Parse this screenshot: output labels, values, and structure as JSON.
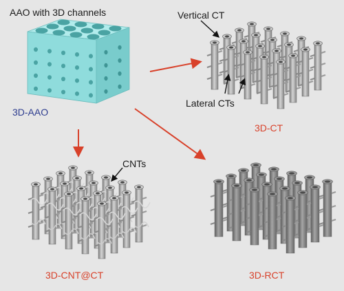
{
  "labels": {
    "aao_title": "AAO with 3D channels",
    "aao_name": "3D-AAO",
    "vertical_ct": "Vertical CT",
    "lateral_cts": "Lateral CTs",
    "ct_name": "3D-CT",
    "cnts": "CNTs",
    "cnt_ct_name": "3D-CNT@CT",
    "rct_name": "3D-RCT"
  },
  "colors": {
    "background": "#e6e6e6",
    "aao_cyan": "#8fdcdc",
    "tube_gray": "#a9a9a9",
    "rct_gray": "#8c8c8c",
    "arrow_red": "#d8412a",
    "label_blue": "#2e3d8f",
    "label_red": "#d8412a"
  }
}
